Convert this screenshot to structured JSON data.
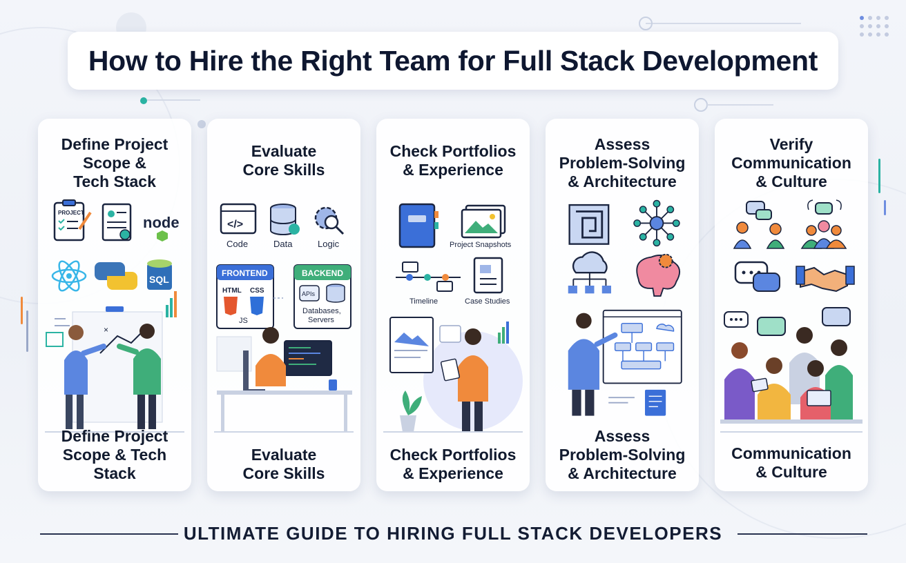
{
  "title": "How to Hire the Right Team for Full Stack Development",
  "footer": "ULTIMATE GUIDE TO HIRING FULL STACK DEVELOPERS",
  "colors": {
    "accent_blue": "#3b6fd8",
    "accent_teal": "#2bb3a3",
    "accent_orange": "#f08a3c",
    "dark": "#1b2540"
  },
  "cards": [
    {
      "heading": "Define Project\nScope &\nTech Stack",
      "caption": "Define Project\nScope & Tech Stack",
      "icons": [
        "clipboard-icon",
        "document-icon",
        "node-logo-icon",
        "react-logo-icon",
        "python-logo-icon",
        "sql-database-icon"
      ],
      "labels": {
        "clipboard": "PROJECT",
        "node": "node",
        "sql": "SQL"
      }
    },
    {
      "heading": "Evaluate\nCore Skills",
      "caption": "Evaluate\nCore Skills",
      "icons": [
        "code-icon",
        "data-icon",
        "logic-gear-icon"
      ],
      "labels": {
        "code": "Code",
        "data": "Data",
        "logic": "Logic",
        "frontend": "FRONTEND",
        "backend": "BACKEND",
        "html": "HTML",
        "css": "CSS",
        "js": "JS",
        "apis": "APIs",
        "databases": "Databases,",
        "servers": "Servers"
      }
    },
    {
      "heading": "Check Portfolios\n& Experience",
      "caption": "Check Portfolios\n& Experience",
      "icons": [
        "portfolio-book-icon",
        "image-gallery-icon",
        "timeline-icon",
        "case-study-icon"
      ],
      "labels": {
        "snapshots": "Project Snapshots",
        "timeline": "Timeline",
        "case_studies": "Case Studies"
      }
    },
    {
      "heading": "Assess\nProblem-Solving\n& Architecture",
      "caption": "Assess\nProblem-Solving\n& Architecture",
      "icons": [
        "maze-icon",
        "network-icon",
        "cloud-tree-icon",
        "brain-gear-icon"
      ]
    },
    {
      "heading": "Verify\nCommunication\n& Culture",
      "caption": "Communication\n& Culture",
      "icons": [
        "chat-people-icon",
        "team-icon",
        "chat-bubbles-icon",
        "handshake-icon"
      ]
    }
  ]
}
